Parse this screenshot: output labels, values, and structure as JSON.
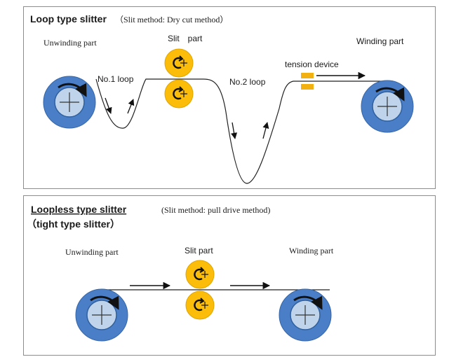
{
  "loop_slitter": {
    "title": "Loop type slitter",
    "method": "（Slit method: Dry cut method）",
    "unwinding_label": "Unwinding part",
    "slit_label": "Slit　part",
    "winding_label": "Winding part",
    "loop1_label": "No.1 loop",
    "loop2_label": "No.2 loop",
    "tension_label": "tension device"
  },
  "loopless_slitter": {
    "title_line1": "Loopless type slitter",
    "title_line2": "（tight type slitter）",
    "method": "(Slit method: pull drive method)",
    "unwinding_label": "Unwinding part",
    "slit_label": "Slit part",
    "winding_label": "Winding part"
  },
  "colors": {
    "roll_outer": "#4a7fc7",
    "roll_inner": "#bfd4ea",
    "slit_roll": "#fbbc0a",
    "tension_device": "#f2b110",
    "line": "#222222"
  },
  "icons": {
    "roll": "roll-rotation-icon",
    "slit_roll": "slit-roll-icon",
    "flow_arrow": "arrow-icon"
  }
}
